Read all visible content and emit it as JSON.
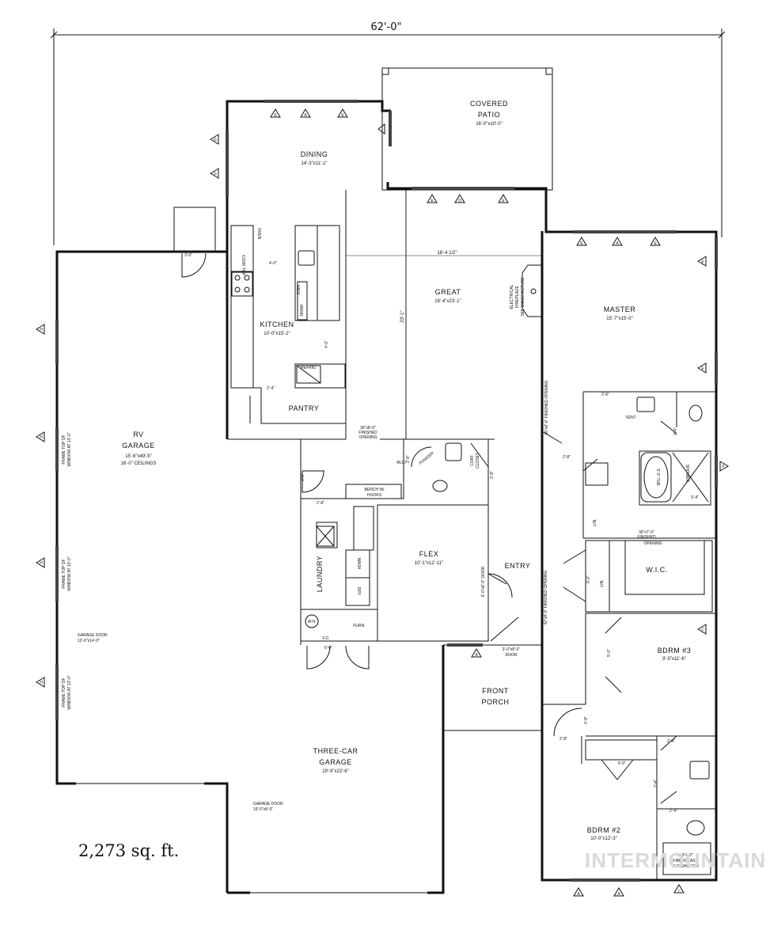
{
  "overall_dimension": "62'-0\"",
  "square_footage": "2,273 sq. ft.",
  "watermark": "INTERMOUNTAIN",
  "rooms": {
    "covered_patio": {
      "name": "COVERED",
      "name2": "PATIO",
      "dims": "16'-0\"x10'-0\""
    },
    "dining": {
      "name": "DINING",
      "dims": "14'-3\"x11'-1\""
    },
    "great": {
      "name": "GREAT",
      "dims": "18'-4\"x23'-1\""
    },
    "master": {
      "name": "MASTER",
      "dims": "15'-7\"x15'-0\""
    },
    "kitchen": {
      "name": "KITCHEN",
      "dims": "10'-0\"x15'-2\""
    },
    "pantry": {
      "name": "PANTRY"
    },
    "rv_garage": {
      "name": "RV",
      "name2": "GARAGE",
      "dims": "15'-6\"x49'-5\"",
      "note": "16'-0\" CEILINGS"
    },
    "flex": {
      "name": "FLEX",
      "dims": "10'-1\"x12'-11\""
    },
    "entry": {
      "name": "ENTRY"
    },
    "laundry": {
      "name": "LAUNDRY"
    },
    "wic": {
      "name": "W.I.C."
    },
    "bdrm3": {
      "name": "BDRM #3",
      "dims": "9'-5\"x11'-6\""
    },
    "bdrm2": {
      "name": "BDRM #2",
      "dims": "10'-0\"x12'-3\""
    },
    "front_porch": {
      "name": "FRONT",
      "name2": "PORCH"
    },
    "three_car_garage": {
      "name": "THREE-CAR",
      "name2": "GARAGE",
      "dims": "19'-9\"x22'-8\""
    }
  },
  "labels": {
    "great_span": "18'-4 1/2\"",
    "great_depth": "23'-1\"",
    "fireplace_1": "ELECTRICAL",
    "fireplace_2": "FIREPLACE",
    "fireplace_3": "SEE MANUFACTURE",
    "oven": "OVEN",
    "cooktop": "COOK TOP",
    "dish": "DISH",
    "draw": "DRAW",
    "refrig": "REFRIG.",
    "kitchen_dim_a": "4'-0\"",
    "kitchen_dim_b": "4'-0\"",
    "kitchen_dim_c": "2'-4\"",
    "garage_door_top": "3'-0\"",
    "opening_kitchen": "36\"x8'-0\"",
    "opening_kitchen2": "FINISHED",
    "opening_kitchen3": "OPENING",
    "opening_master": "36\"x8'-0\" FINISHED OPENING",
    "opening_entry": "42\"x8'-0\" FINISHED OPENING",
    "opening_wic": "36\"x7'-0\"",
    "opening_wic2": "FINISHED",
    "opening_wic3": "OPENING",
    "mud": "MUD",
    "powder": "POWDER",
    "coat": "COAT",
    "closet": "CLOSET",
    "bench": "BENCH W/",
    "hooks": "HOOKS",
    "wash": "WASH",
    "dry": "DRY",
    "furn": "FURN.",
    "wh": "W.H.",
    "fd": "F.D.",
    "flex_door": "6'-0\"x8'-0\" DOOR",
    "front_door": "3'-0\"x8'-0\"",
    "front_door2": "DOOR",
    "garage_door_rv": "GARAGE DOOR",
    "garage_door_rv_dim": "12'-0\"x14'-0\"",
    "garage_door_3car": "GARAGE DOOR",
    "garage_door_3car_dim": "16'-0\"x8'-0\"",
    "frame_top": "FRAME TOP OF",
    "window_at": "WINDOW AT 13'-0\"",
    "tub": "5'-0\" TUB",
    "shower": "SHOWER",
    "shower_dim": "3'-4\"",
    "vent": "VENT",
    "lin": "LIN.",
    "fiberglass": "6'-0\"x32\"",
    "fiberglass2": "FIBERGLASS",
    "fiberglass3": "TUB/SHOWER",
    "d_2_8": "2'-8\"",
    "d_2_6": "2'-6\"",
    "d_2_4": "2'-4\"",
    "d_5_0": "5'-0\"",
    "d_6_0": "6'-0\"",
    "d_6_8": "6'-8\"",
    "d_3_0": "3'-0\""
  },
  "window_tags": [
    "A",
    "B",
    "C",
    "D",
    "E",
    "F",
    "G",
    "H",
    "I"
  ]
}
